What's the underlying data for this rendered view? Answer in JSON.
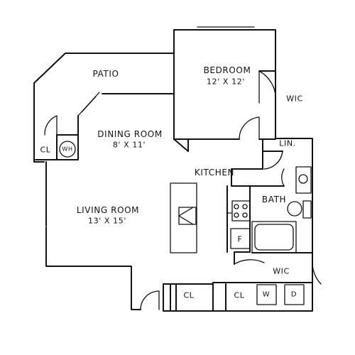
{
  "rooms": {
    "patio": {
      "name": "PATIO"
    },
    "bedroom": {
      "name": "BEDROOM",
      "size": "12' X 12'"
    },
    "wic_bedroom": {
      "name": "WIC"
    },
    "dining": {
      "name": "DINING ROOM",
      "size": "8' X 11'"
    },
    "closet_wh": {
      "name": "CL"
    },
    "water_heater": {
      "name": "WH"
    },
    "linen": {
      "name": "LIN."
    },
    "kitchen": {
      "name": "KITCHEN"
    },
    "bath": {
      "name": "BATH"
    },
    "living": {
      "name": "LIVING ROOM",
      "size": "13' X 15'"
    },
    "fridge": {
      "name": "F"
    },
    "wic_bath": {
      "name": "WIC"
    },
    "closet_entry_left": {
      "name": "CL"
    },
    "closet_entry_right": {
      "name": "CL"
    },
    "washer": {
      "name": "W"
    },
    "dryer": {
      "name": "D"
    }
  }
}
